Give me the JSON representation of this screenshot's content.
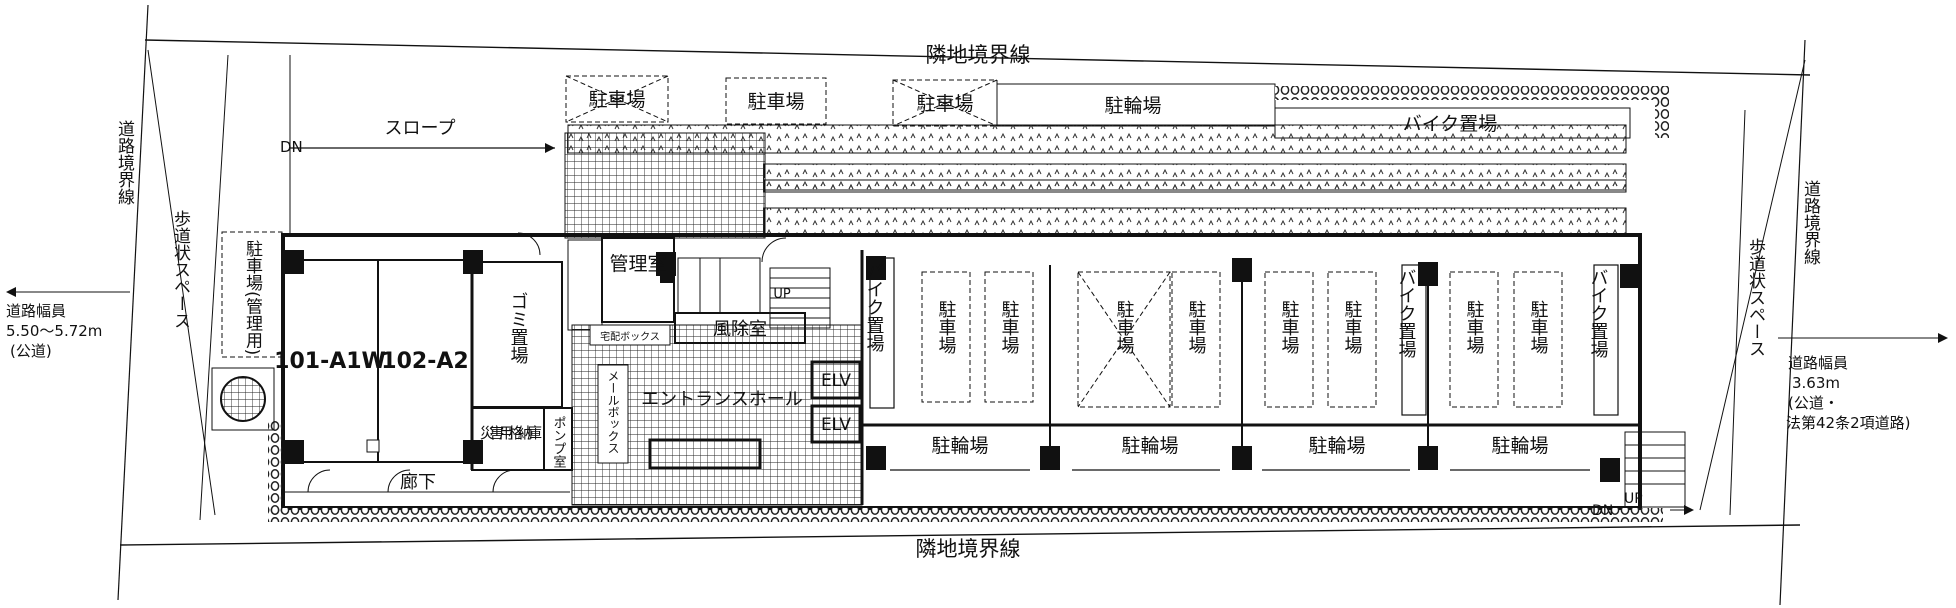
{
  "boundary": {
    "top": "隣地境界線",
    "bottom": "隣地境界線",
    "left_road": "道路境界線",
    "right_road": "道路境界線"
  },
  "sidewalk": {
    "left": "歩道状スペース",
    "right": "歩道状スペース"
  },
  "road_left": {
    "line1": "道路幅員",
    "line2": "5.50〜5.72m",
    "line3": "(公道)"
  },
  "road_right": {
    "line1": "道路幅員",
    "line2": "3.63m",
    "line3": "(公道・",
    "line4": "法第42条2項道路)"
  },
  "slope": {
    "dn": "DN",
    "label": "スロープ"
  },
  "parking_top": [
    "駐車場",
    "駐車場",
    "駐車場"
  ],
  "bicycle_top": "駐輪場",
  "bike_top": "バイク置場",
  "parking_mgmt": "駐車場(管理用)",
  "units": [
    "101-A1W",
    "102-A2"
  ],
  "garbage": "ゴミ置場",
  "disaster_storage": "災害用格納庫",
  "pump_room": "ポンプ室",
  "corridor": "廊下",
  "admin_room": "管理室",
  "windbreak": "風除室",
  "delivery_box": "宅配ボックス",
  "mailbox": "メールボックス",
  "entrance_hall": "エントランスホール",
  "up_mark": "UP",
  "elv": [
    "ELV",
    "ELV"
  ],
  "bike_inner": [
    "バイク置場",
    "バイク置場",
    "バイク置場"
  ],
  "parking_inner": [
    "駐車場",
    "駐車場",
    "駐車場",
    "駐車場",
    "駐車場",
    "駐車場",
    "駐車場",
    "駐車場"
  ],
  "bicycle_inner": [
    "駐輪場",
    "駐輪場",
    "駐輪場",
    "駐輪場"
  ],
  "stair": {
    "dn": "DN",
    "up": "UP"
  }
}
